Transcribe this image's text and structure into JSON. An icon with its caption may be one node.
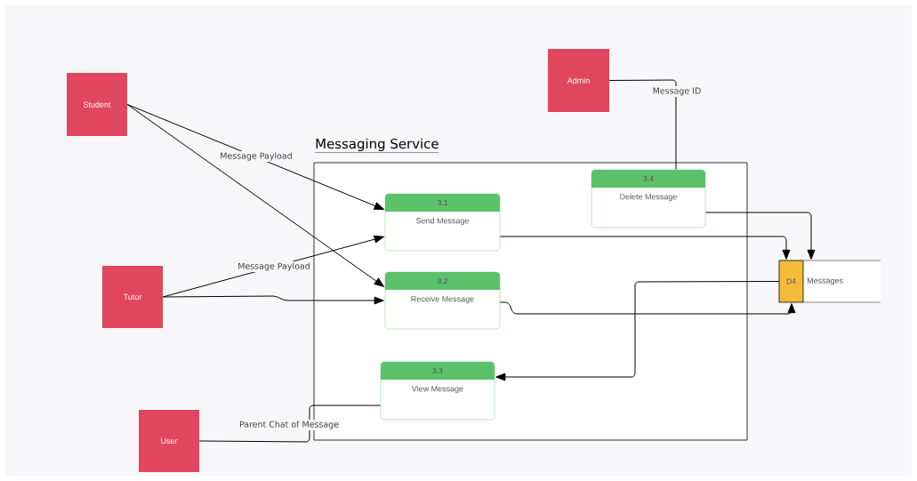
{
  "diagram": {
    "nodes": [
      {
        "text": [
          "Messaging Service"
        ]
      },
      {
        "text": [
          "Student"
        ]
      },
      {
        "text": [
          "Tutor"
        ]
      },
      {
        "text": [
          "Admin"
        ]
      },
      {
        "text": [
          "User"
        ]
      },
      {
        "text": [
          "3.1",
          "Send Message"
        ],
        "in": 0
      },
      {
        "text": [
          "3.2",
          "Receive Message"
        ],
        "in": 0
      },
      {
        "text": [
          "3.3",
          "View Message"
        ],
        "in": 0
      },
      {
        "text": [
          "3.4",
          "Delete Message"
        ],
        "in": 0
      },
      {
        "text": [
          "D4",
          "Messages"
        ]
      }
    ],
    "edges": [
      {
        "from": 1,
        "to": 5,
        "arrow": "to",
        "label": "Message Payload"
      },
      {
        "from": 1,
        "to": 6,
        "arrow": "to"
      },
      {
        "from": 2,
        "to": 5,
        "arrow": "to",
        "label": "Message Payload"
      },
      {
        "from": 2,
        "to": 6,
        "arrow": "to"
      },
      {
        "from": 3,
        "to": 8,
        "arrow": "none",
        "label": "Message ID"
      },
      {
        "from": 4,
        "to": 7,
        "arrow": "none",
        "label": "Parent Chat of Message"
      },
      {
        "from": 5,
        "to": 9,
        "arrow": "to"
      },
      {
        "from": 8,
        "to": 9,
        "arrow": "to"
      },
      {
        "from": 6,
        "to": 9,
        "arrow": "to"
      },
      {
        "from": 9,
        "to": 7,
        "arrow": "to"
      }
    ]
  }
}
